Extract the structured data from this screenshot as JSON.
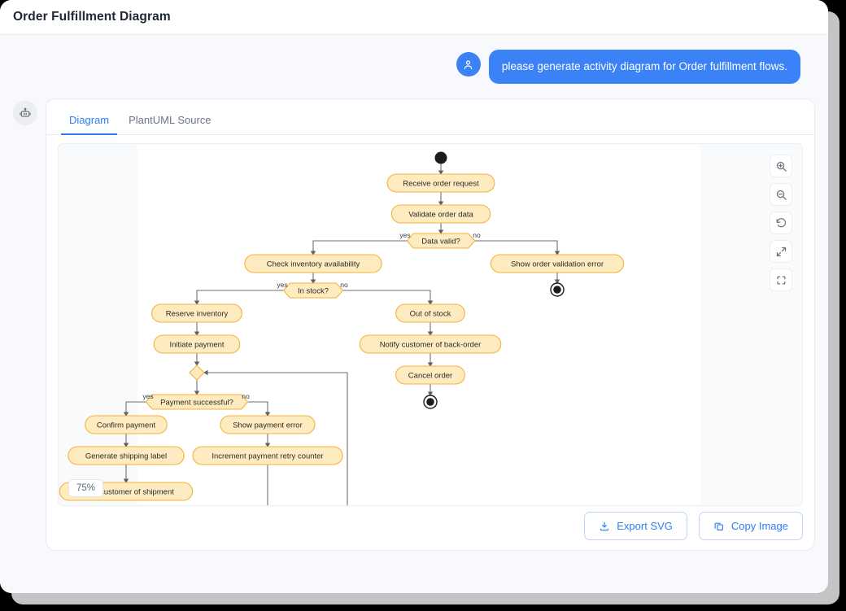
{
  "window": {
    "title": "Order Fulfillment Diagram"
  },
  "chat": {
    "user_avatar_icon": "user-icon",
    "bot_avatar_icon": "robot-icon",
    "user_message": "please generate activity diagram for Order fulfillment flows."
  },
  "card": {
    "tabs": [
      {
        "label": "Diagram",
        "active": true
      },
      {
        "label": "PlantUML Source",
        "active": false
      }
    ],
    "zoom_level": "75%",
    "toolbar": [
      {
        "name": "zoom-in-icon",
        "title": "Zoom in"
      },
      {
        "name": "zoom-out-icon",
        "title": "Zoom out"
      },
      {
        "name": "reset-rotate-icon",
        "title": "Reset view"
      },
      {
        "name": "expand-icon",
        "title": "Expand"
      },
      {
        "name": "fit-frame-icon",
        "title": "Fit to frame"
      }
    ],
    "actions": [
      {
        "label": "Export SVG",
        "icon": "download-icon"
      },
      {
        "label": "Copy Image",
        "icon": "copy-icon"
      }
    ]
  },
  "diagram": {
    "type": "activity",
    "node_fill": "#FEEBBF",
    "node_stroke": "#F2B33D",
    "edge_color": "#6b6b6b",
    "nodes": [
      {
        "id": "start",
        "kind": "start",
        "label": ""
      },
      {
        "id": "n1",
        "kind": "activity",
        "label": "Receive order request"
      },
      {
        "id": "n2",
        "kind": "activity",
        "label": "Validate order data"
      },
      {
        "id": "d1",
        "kind": "decision",
        "label": "Data valid?"
      },
      {
        "id": "n3",
        "kind": "activity",
        "label": "Check inventory availability"
      },
      {
        "id": "n4",
        "kind": "activity",
        "label": "Show order validation error"
      },
      {
        "id": "e1",
        "kind": "end",
        "label": ""
      },
      {
        "id": "d2",
        "kind": "decision",
        "label": "In stock?"
      },
      {
        "id": "n5",
        "kind": "activity",
        "label": "Reserve inventory"
      },
      {
        "id": "n6",
        "kind": "activity",
        "label": "Out of stock"
      },
      {
        "id": "n7",
        "kind": "activity",
        "label": "Initiate payment"
      },
      {
        "id": "n8",
        "kind": "activity",
        "label": "Notify customer of back-order"
      },
      {
        "id": "m1",
        "kind": "merge",
        "label": ""
      },
      {
        "id": "n9",
        "kind": "activity",
        "label": "Cancel order"
      },
      {
        "id": "e2",
        "kind": "end",
        "label": ""
      },
      {
        "id": "d3",
        "kind": "decision",
        "label": "Payment successful?"
      },
      {
        "id": "n10",
        "kind": "activity",
        "label": "Confirm payment"
      },
      {
        "id": "n11",
        "kind": "activity",
        "label": "Show payment error"
      },
      {
        "id": "n12",
        "kind": "activity",
        "label": "Generate shipping label"
      },
      {
        "id": "n13",
        "kind": "activity",
        "label": "Increment payment retry counter"
      },
      {
        "id": "n14",
        "kind": "activity",
        "label": "Notify customer of shipment"
      }
    ],
    "guards": [
      {
        "from": "d1",
        "label": "yes"
      },
      {
        "from": "d1",
        "label": "no"
      },
      {
        "from": "d2",
        "label": "yes"
      },
      {
        "from": "d2",
        "label": "no"
      },
      {
        "from": "d3",
        "label": "yes"
      },
      {
        "from": "d3",
        "label": "no"
      }
    ]
  }
}
